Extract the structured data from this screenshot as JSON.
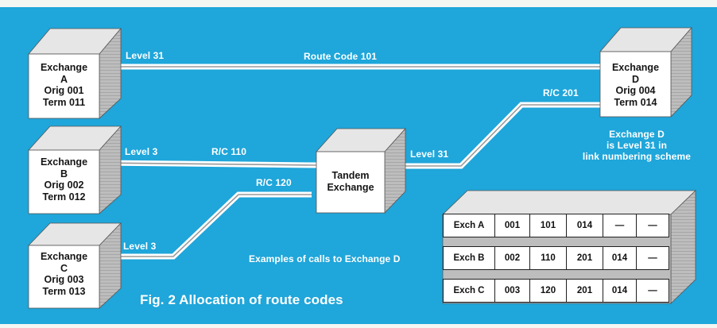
{
  "figure_caption": "Fig. 2 Allocation of route codes",
  "colors": {
    "background": "#1fa6da",
    "box_front": "#ffffff",
    "box_side": "#b9b9b9",
    "link_line": "#ffffff"
  },
  "exchanges": {
    "a": {
      "lines": [
        "Exchange",
        "A",
        "Orig 001",
        "Term 011"
      ]
    },
    "b": {
      "lines": [
        "Exchange",
        "B",
        "Orig 002",
        "Term 012"
      ]
    },
    "c": {
      "lines": [
        "Exchange",
        "C",
        "Orig 003",
        "Term 013"
      ]
    },
    "d": {
      "lines": [
        "Exchange",
        "D",
        "Orig 004",
        "Term 014"
      ]
    },
    "tandem": {
      "lines": [
        "Tandem",
        "Exchange"
      ]
    }
  },
  "links": {
    "a_level": "Level 31",
    "a_route": "Route Code 101",
    "b_level": "Level 3",
    "b_rc": "R/C 110",
    "c_level": "Level 3",
    "c_rc": "R/C 120",
    "tandem_level": "Level 31",
    "d_rc": "R/C 201"
  },
  "note_d": [
    "Exchange D",
    "is Level 31 in",
    "link numbering scheme"
  ],
  "examples_label": "Examples of calls to Exchange D",
  "calls_table": [
    [
      "Exch A",
      "001",
      "101",
      "014",
      "—",
      "—"
    ],
    [
      "Exch B",
      "002",
      "110",
      "201",
      "014",
      "—"
    ],
    [
      "Exch C",
      "003",
      "120",
      "201",
      "014",
      "—"
    ]
  ]
}
